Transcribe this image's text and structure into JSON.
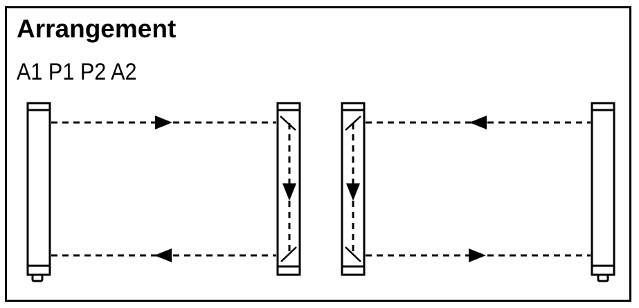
{
  "title": "Arrangement",
  "subtitle": "A1 P1 P2 A2",
  "colors": {
    "stroke": "#000000",
    "background": "#ffffff"
  },
  "devices": [
    {
      "role": "transmitter-receiver",
      "connector": "bottom"
    },
    {
      "role": "deflecting-mirror"
    },
    {
      "role": "deflecting-mirror"
    },
    {
      "role": "transmitter-receiver",
      "connector": "bottom"
    }
  ],
  "beams": [
    {
      "path": "top-left",
      "direction": "right"
    },
    {
      "path": "top-right",
      "direction": "left"
    },
    {
      "path": "mirror-1-vertical",
      "direction": "down"
    },
    {
      "path": "mirror-2-vertical",
      "direction": "down"
    },
    {
      "path": "bottom-left",
      "direction": "left"
    },
    {
      "path": "bottom-right",
      "direction": "right"
    }
  ]
}
